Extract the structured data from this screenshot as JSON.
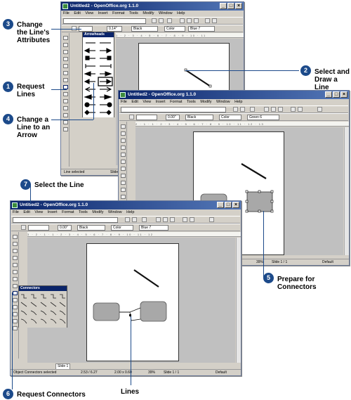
{
  "window_back": {
    "title": "Untitled2 - OpenOffice.org 1.1.0",
    "menu": [
      "File",
      "Edit",
      "View",
      "Insert",
      "Format",
      "Tools",
      "Modify",
      "Window",
      "Help"
    ],
    "line_width": "0.14\"",
    "line_color": "Black",
    "area_style": "Color",
    "area_color": "Blue 7",
    "status": "Line selected",
    "tab": "Slide",
    "palette_title": "Arrowheads"
  },
  "window_mid": {
    "title": "Untitled2 - OpenOffice.org 1.1.0",
    "menu": [
      "File",
      "Edit",
      "View",
      "Insert",
      "Format",
      "Tools",
      "Modify",
      "Window",
      "Help"
    ],
    "line_width": "0.00\"",
    "line_color": "Black",
    "area_style": "Color",
    "area_color": "Green 6",
    "zoom": "39%",
    "slide": "Slide 1 / 1",
    "layout": "Default"
  },
  "window_front": {
    "title": "Untitled2 - OpenOffice.org 1.1.0",
    "menu": [
      "File",
      "Edit",
      "View",
      "Insert",
      "Format",
      "Tools",
      "Modify",
      "Window",
      "Help"
    ],
    "line_width": "0.00\"",
    "line_color": "Black",
    "area_style": "Color",
    "area_color": "Blue 7",
    "palette_title": "Connectors",
    "tab": "Slide 1",
    "status": "Object Connectors selected",
    "position": "2.53 / 6.27",
    "size": "2.00 x 0.60",
    "zoom": "39%",
    "slide": "Slide 1 / 1",
    "layout": "Default"
  },
  "callouts": [
    {
      "num": "1",
      "text": "Request Lines"
    },
    {
      "num": "2",
      "text": "Select and Draw a Line"
    },
    {
      "num": "3",
      "text": "Change the Line's Attributes"
    },
    {
      "num": "4",
      "text": "Change a Line to an Arrow"
    },
    {
      "num": "5",
      "text": "Prepare for Connectors"
    },
    {
      "num": "6",
      "text": "Request Connectors"
    },
    {
      "num": "7",
      "text": "Select the Line"
    },
    {
      "num": "",
      "text": "Lines"
    }
  ],
  "colors": {
    "badge": "#1c4a8a",
    "titlebar": "#0a246a",
    "shape_gray": "#a8a8a8"
  }
}
